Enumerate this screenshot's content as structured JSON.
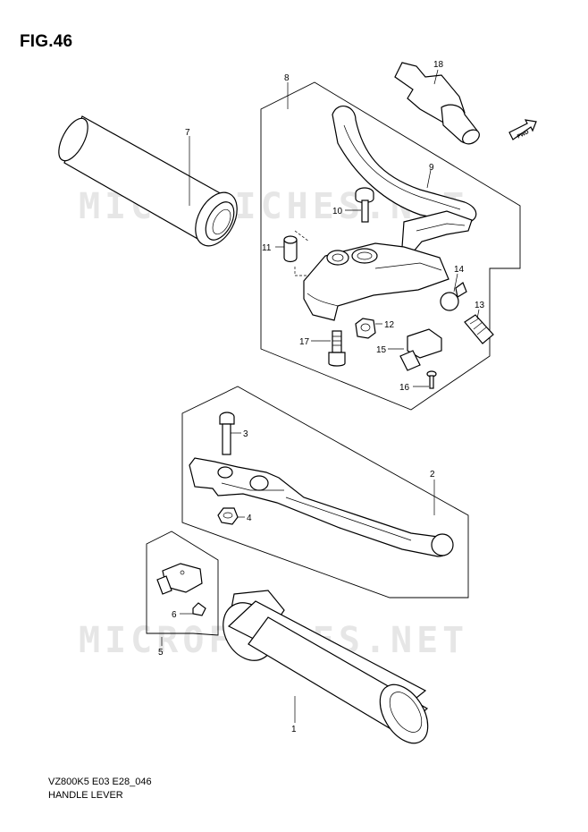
{
  "figure": {
    "title": "FIG.46",
    "model_code": "VZ800K5 E03 E28_046",
    "name": "HANDLE LEVER",
    "watermark": "MICROFICHES.NET",
    "fwd_label": "FWD"
  },
  "callouts": {
    "c1": "1",
    "c2": "2",
    "c3": "3",
    "c4": "4",
    "c5": "5",
    "c6": "6",
    "c7": "7",
    "c8": "8",
    "c9": "9",
    "c10": "10",
    "c11": "11",
    "c12": "12",
    "c13": "13",
    "c14": "14",
    "c15": "15",
    "c16": "16",
    "c17": "17",
    "c18": "18"
  },
  "colors": {
    "line": "#000000",
    "background": "#ffffff",
    "watermark": "#d2d2d2"
  }
}
